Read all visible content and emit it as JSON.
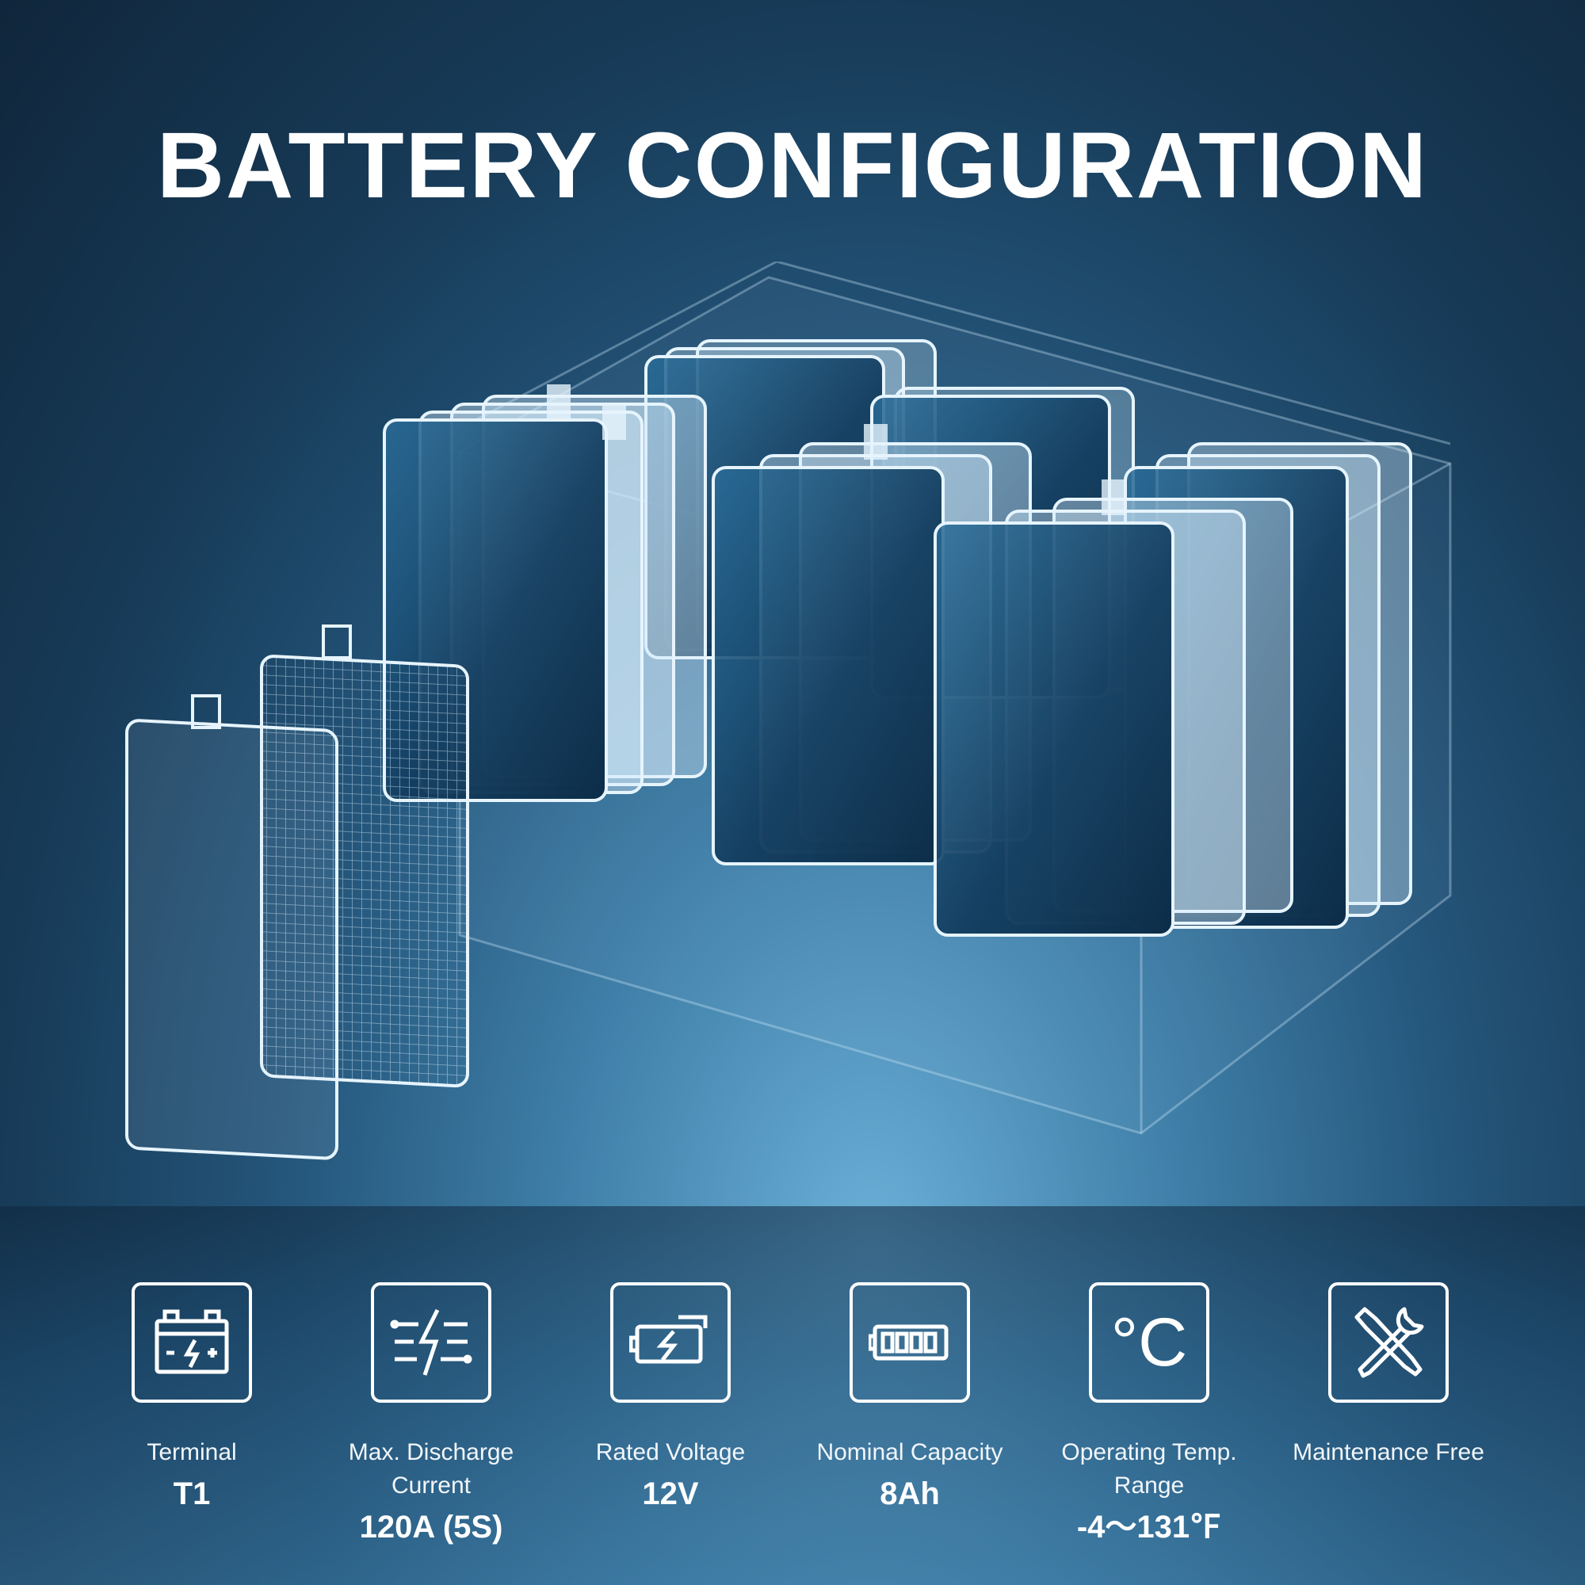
{
  "title": "BATTERY CONFIGURATION",
  "colors": {
    "accent": "#ffffff",
    "background_dark": "#10263b",
    "background_glow": "#6aaed6",
    "cell_edge": "#d6ecfb"
  },
  "specs": [
    {
      "icon": "battery-terminal-icon",
      "label": "Terminal",
      "value": "T1"
    },
    {
      "icon": "discharge-circuit-icon",
      "label": "Max. Discharge Current",
      "value": "120A (5S)"
    },
    {
      "icon": "charging-battery-icon",
      "label": "Rated Voltage",
      "value": "12V"
    },
    {
      "icon": "battery-level-icon",
      "label": "Nominal Capacity",
      "value": "8Ah"
    },
    {
      "icon": "celsius-icon",
      "glyph": "°C",
      "label": "Operating Temp. Range",
      "value": "-4～131℉"
    },
    {
      "icon": "wrench-screwdriver-icon",
      "label": "Maintenance Free",
      "value": ""
    }
  ]
}
